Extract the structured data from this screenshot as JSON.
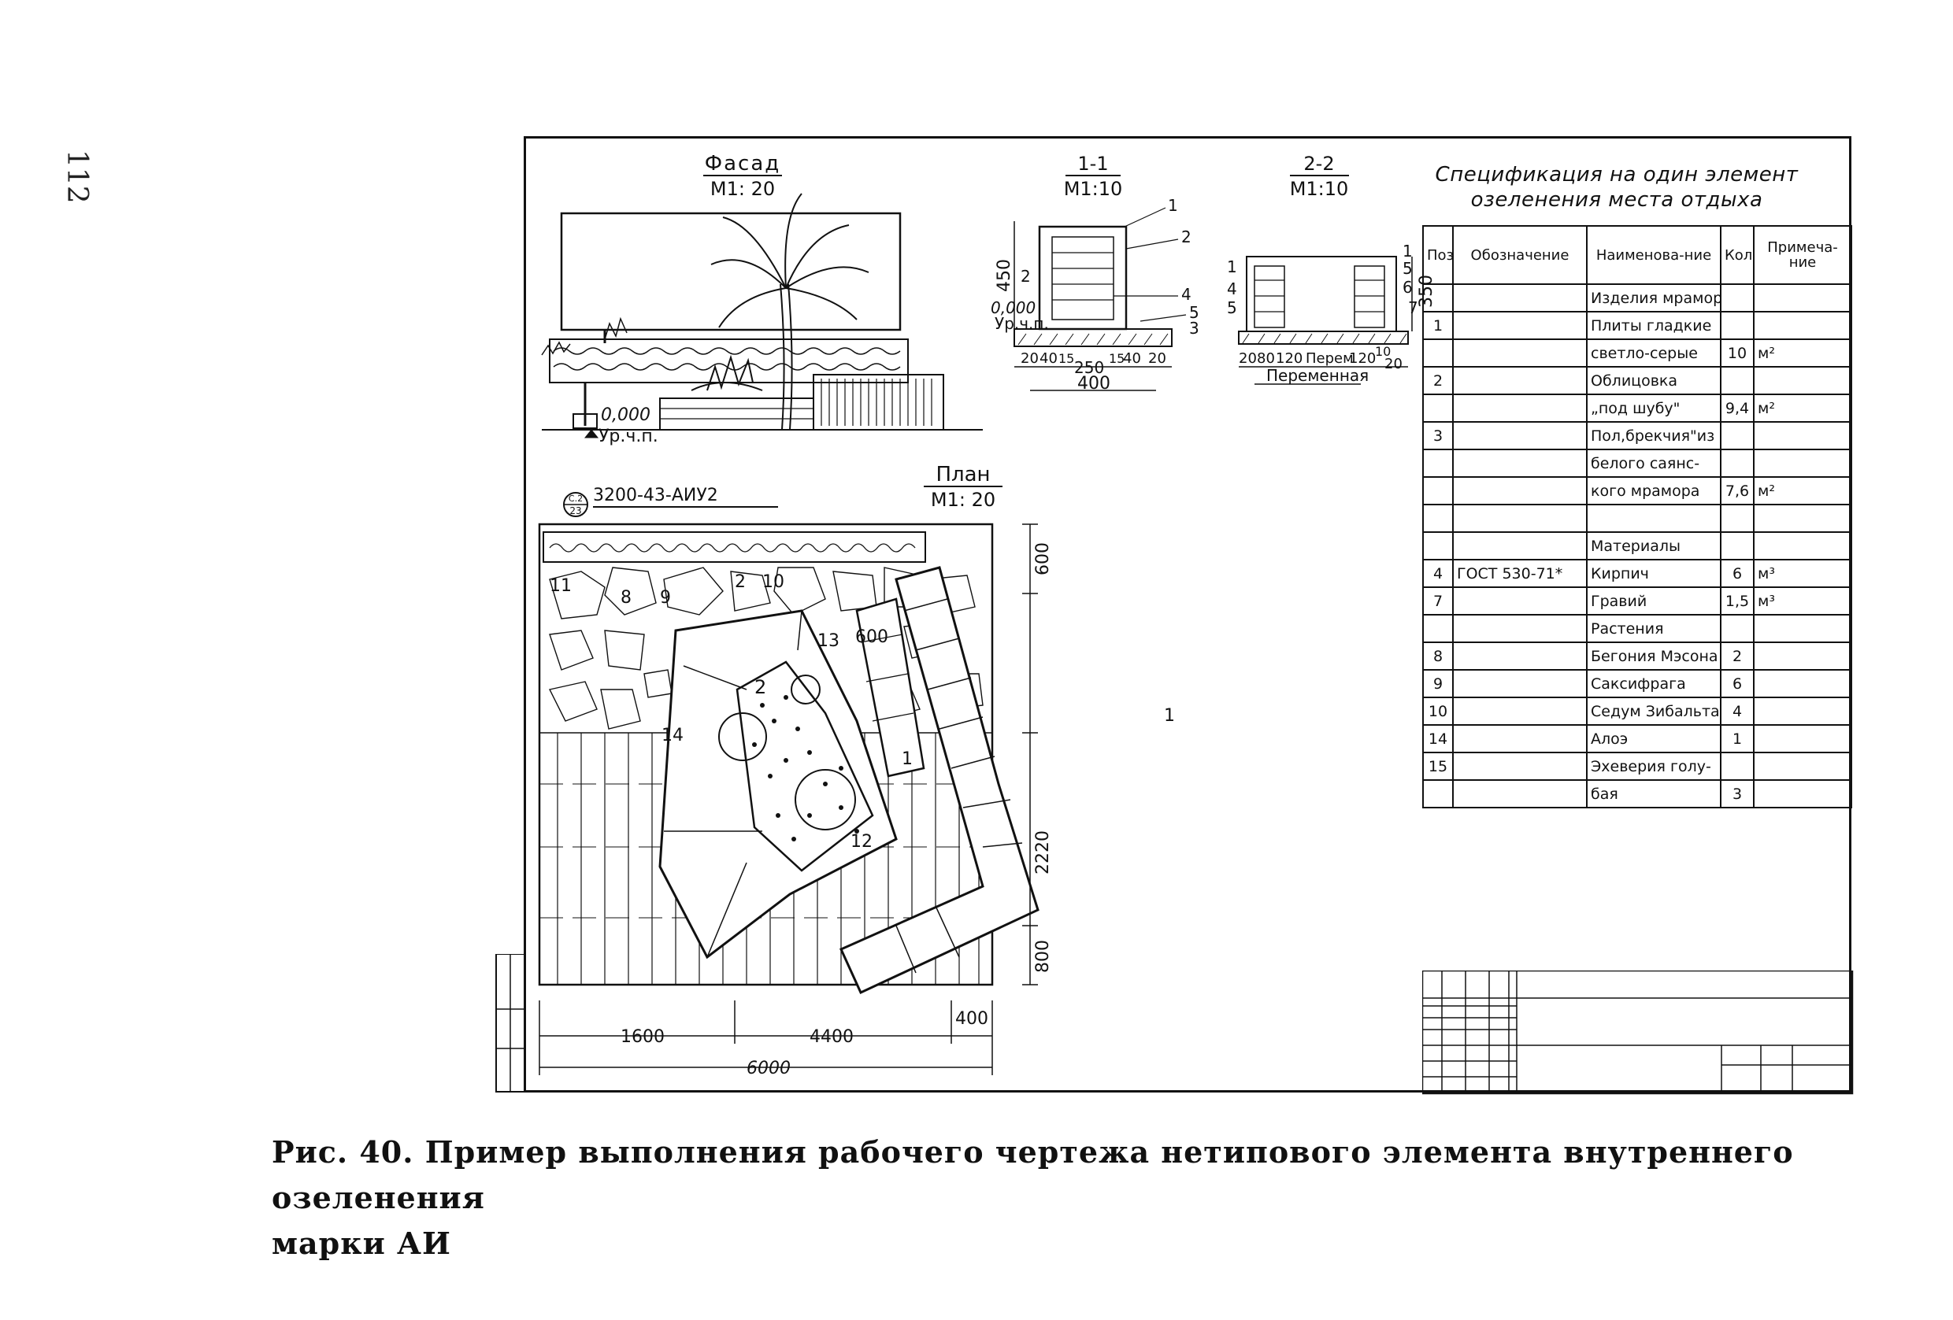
{
  "page_number": "112",
  "facade": {
    "title": "Фасад",
    "scale": "М1: 20",
    "level": "0,000",
    "level_label": "Ур.ч.п."
  },
  "section_1": {
    "title": "1-1",
    "scale": "М1:10",
    "level": "0,000",
    "level_label": "Ур.ч.п.",
    "dims": [
      "20",
      "40",
      "15",
      "250",
      "15",
      "40",
      "20",
      "400"
    ],
    "height": "450",
    "callouts": [
      "1",
      "2",
      "2",
      "4",
      "5",
      "3"
    ]
  },
  "section_2": {
    "title": "2-2",
    "scale": "М1:10",
    "dims": [
      "20",
      "80",
      "120",
      "Перем",
      "120",
      "10",
      "20"
    ],
    "var_label": "Переменная",
    "height": "350",
    "callouts": [
      "1",
      "4",
      "5",
      "1",
      "5",
      "6",
      "7"
    ]
  },
  "plan": {
    "title": "План",
    "scale": "М1: 20",
    "ref": "3200-43-АИУ2",
    "ref_top": "С.2",
    "ref_bottom": "23",
    "labels": [
      "11",
      "8",
      "9",
      "2",
      "10",
      "13",
      "600",
      "2",
      "14",
      "12",
      "1",
      "1"
    ],
    "dim_right": [
      "600",
      "2220",
      "800"
    ],
    "dim_bottom": [
      "1600",
      "4400",
      "400",
      "6000"
    ]
  },
  "spec": {
    "title_line1": "Спецификация на один элемент",
    "title_line2": "озеленения места отдыха",
    "headers": [
      "Поз",
      "Обозначение",
      "Наименова-ние",
      "Кол.",
      "Примеча-ние"
    ],
    "rows": [
      [
        "",
        "",
        "Изделия мраморные",
        "",
        ""
      ],
      [
        "1",
        "",
        "Плиты гладкие",
        "",
        ""
      ],
      [
        "",
        "",
        "светло-серые",
        "10",
        "м²"
      ],
      [
        "2",
        "",
        "Облицовка",
        "",
        ""
      ],
      [
        "",
        "",
        "„под шубу\"",
        "9,4",
        "м²"
      ],
      [
        "3",
        "",
        "Пол,брекчия\"из",
        "",
        ""
      ],
      [
        "",
        "",
        "белого саянс-",
        "",
        ""
      ],
      [
        "",
        "",
        "кого мрамора",
        "7,6",
        "м²"
      ],
      [
        "",
        "",
        "",
        "",
        ""
      ],
      [
        "",
        "",
        "Материалы",
        "",
        ""
      ],
      [
        "4",
        "ГОСТ 530-71*",
        "Кирпич",
        "6",
        "м³"
      ],
      [
        "7",
        "",
        "Гравий",
        "1,5",
        "м³"
      ],
      [
        "",
        "",
        "Растения",
        "",
        ""
      ],
      [
        "8",
        "",
        "Бегония Мэсона",
        "2",
        ""
      ],
      [
        "9",
        "",
        "Саксифрага",
        "6",
        ""
      ],
      [
        "10",
        "",
        "Седум Зибальта",
        "4",
        ""
      ],
      [
        "14",
        "",
        "Алоэ",
        "1",
        ""
      ],
      [
        "15",
        "",
        "Эхеверия голу-",
        "",
        ""
      ],
      [
        "",
        "",
        "бая",
        "3",
        ""
      ]
    ]
  },
  "caption": {
    "line1": "Рис. 40. Пример выполнения рабочего чертежа нетипового элемента внутреннего озеленения",
    "line2": "марки АИ"
  }
}
